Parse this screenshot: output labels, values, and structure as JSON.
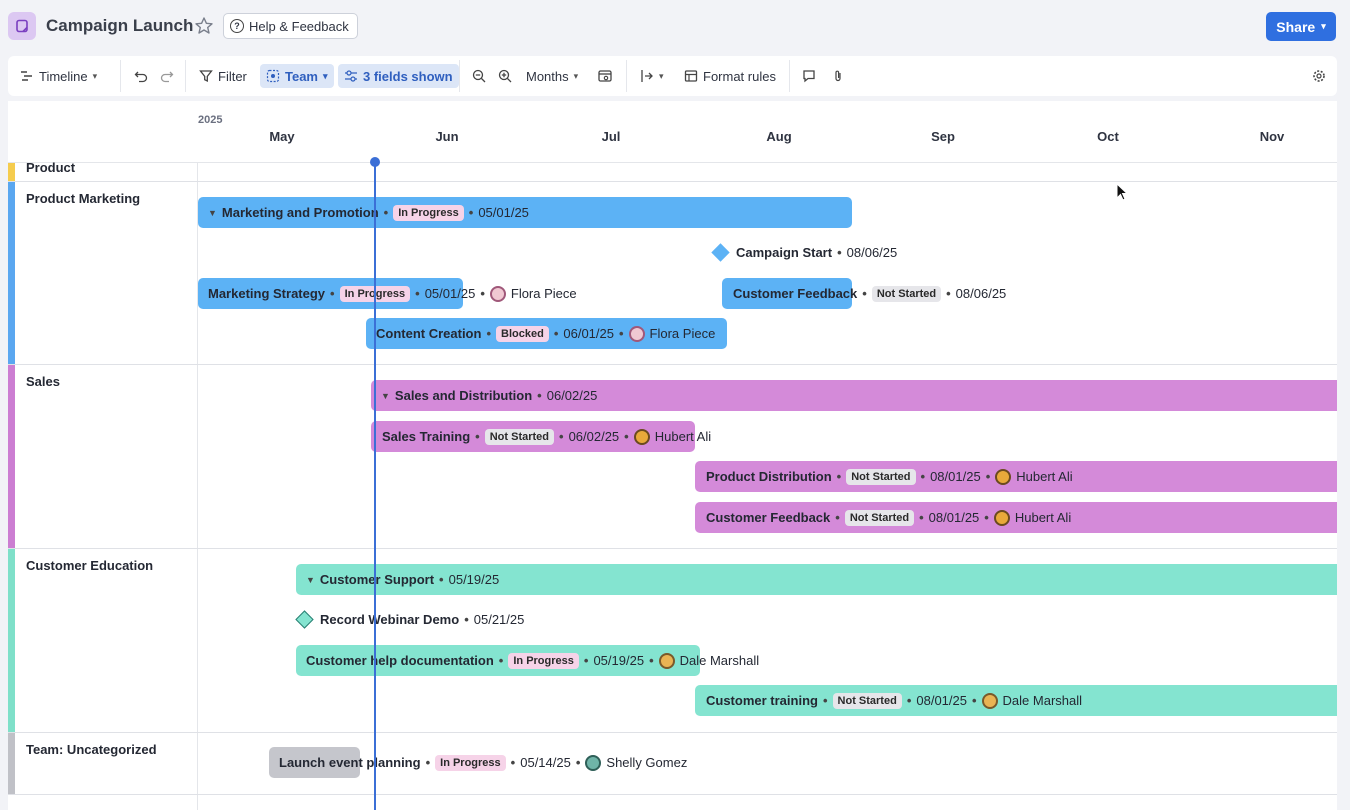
{
  "header": {
    "title": "Campaign Launch",
    "help_label": "Help & Feedback",
    "share_label": "Share"
  },
  "toolbar": {
    "view_label": "Timeline",
    "filter_label": "Filter",
    "group_label": "Team",
    "fields_label": "3 fields shown",
    "scale_label": "Months",
    "format_rules_label": "Format rules"
  },
  "timeline": {
    "year": "2025",
    "months": [
      "May",
      "Jun",
      "Jul",
      "Aug",
      "Sep",
      "Oct",
      "Nov"
    ]
  },
  "groups": [
    {
      "name": "Product",
      "color": "#f5cc4e"
    },
    {
      "name": "Product Marketing",
      "color": "#5aa7f0"
    },
    {
      "name": "Sales",
      "color": "#cc7ed2"
    },
    {
      "name": "Customer Education",
      "color": "#7fe0c9"
    },
    {
      "name": "Team: Uncategorized",
      "color": "#c0c1c7"
    }
  ],
  "items": {
    "marketing_promo": {
      "title": "Marketing and Promotion",
      "status": "In Progress",
      "date": "05/01/25"
    },
    "campaign_start": {
      "title": "Campaign Start",
      "date": "08/06/25"
    },
    "marketing_strategy": {
      "title": "Marketing Strategy",
      "status": "In Progress",
      "date": "05/01/25",
      "assignee": "Flora Piece"
    },
    "customer_feedback_pm": {
      "title": "Customer Feedback",
      "status": "Not Started",
      "date": "08/06/25"
    },
    "content_creation": {
      "title": "Content Creation",
      "status": "Blocked",
      "date": "06/01/25",
      "assignee": "Flora Piece"
    },
    "sales_distribution": {
      "title": "Sales and Distribution",
      "date": "06/02/25"
    },
    "sales_training": {
      "title": "Sales Training",
      "status": "Not Started",
      "date": "06/02/25",
      "assignee": "Hubert Ali"
    },
    "product_distribution": {
      "title": "Product Distribution",
      "status": "Not Started",
      "date": "08/01/25",
      "assignee": "Hubert Ali"
    },
    "customer_feedback_sales": {
      "title": "Customer Feedback",
      "status": "Not Started",
      "date": "08/01/25",
      "assignee": "Hubert Ali"
    },
    "customer_support": {
      "title": "Customer Support",
      "date": "05/19/25"
    },
    "record_webinar": {
      "title": "Record Webinar Demo",
      "date": "05/21/25"
    },
    "help_docs": {
      "title": "Customer help documentation",
      "status": "In Progress",
      "date": "05/19/25",
      "assignee": "Dale Marshall"
    },
    "customer_training": {
      "title": "Customer training",
      "status": "Not Started",
      "date": "08/01/25",
      "assignee": "Dale Marshall"
    },
    "launch_event": {
      "title": "Launch event planning",
      "status": "In Progress",
      "date": "05/14/25",
      "assignee": "Shelly Gomez"
    }
  }
}
